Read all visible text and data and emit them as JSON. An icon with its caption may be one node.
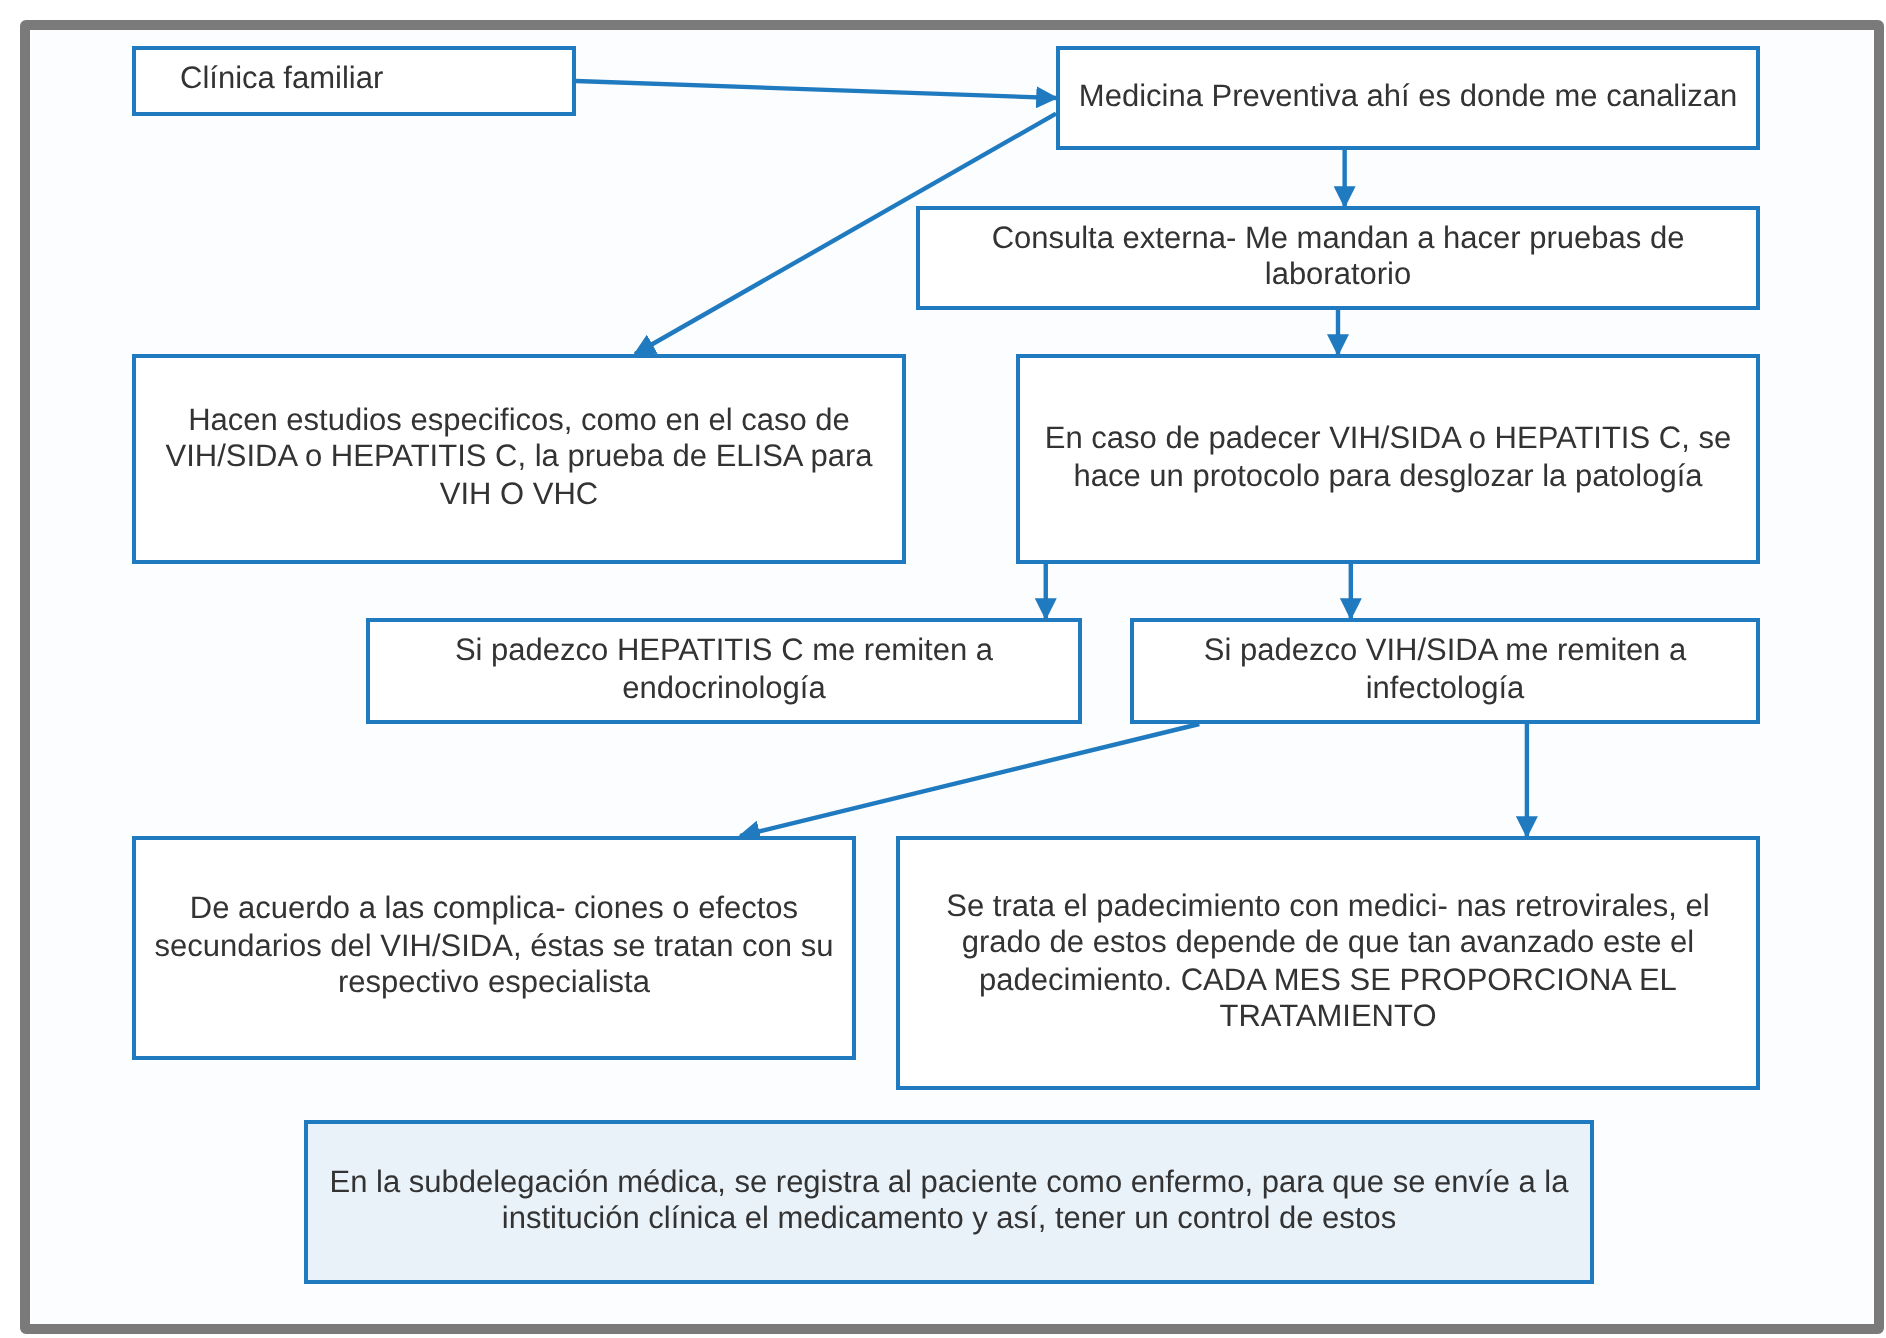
{
  "diagram": {
    "nodes": [
      {
        "text": [
          "Clínica familiar"
        ]
      },
      {
        "text": [
          "Medicina Preventiva ahí es donde me canalizan"
        ]
      },
      {
        "text": [
          "Consulta externa- Me mandan a hacer pruebas de laboratorio"
        ]
      },
      {
        "text": [
          "Hacen estudios especificos, como en el caso de VIH/SIDA o HEPATITIS C, la prueba de ELISA para VIH O VHC"
        ]
      },
      {
        "text": [
          "En caso de padecer VIH/SIDA o HEPATITIS C, se hace un protocolo para desglozar la patología"
        ]
      },
      {
        "text": [
          "Si padezco HEPATITIS C me remiten a endocrinología"
        ]
      },
      {
        "text": [
          "Si padezco VIH/SIDA me remiten a infectología"
        ]
      },
      {
        "text": [
          "De acuerdo a las complica- ciones o efectos secundarios del VIH/SIDA, éstas se tratan con su respectivo especialista"
        ]
      },
      {
        "text": [
          "Se trata el padecimiento con medici- nas retrovirales, el grado de estos depende de que tan avanzado este el padecimiento. CADA MES SE PROPORCIONA EL TRATAMIENTO"
        ]
      },
      {
        "text": [
          "En la subdelegación médica, se registra al paciente como enfermo, para que se envíe a la institución clínica el medicamento y así, tener un control de estos"
        ]
      }
    ],
    "edges": [
      {
        "from": 0,
        "to": 1,
        "arrow": "to"
      },
      {
        "from": 1,
        "to": 3,
        "arrow": "to"
      },
      {
        "from": 1,
        "to": 2,
        "arrow": "to"
      },
      {
        "from": 2,
        "to": 4,
        "arrow": "to"
      },
      {
        "from": 4,
        "to": 5,
        "arrow": "to"
      },
      {
        "from": 4,
        "to": 6,
        "arrow": "to"
      },
      {
        "from": 6,
        "to": 7,
        "arrow": "to"
      },
      {
        "from": 6,
        "to": 8,
        "arrow": "to"
      }
    ]
  }
}
